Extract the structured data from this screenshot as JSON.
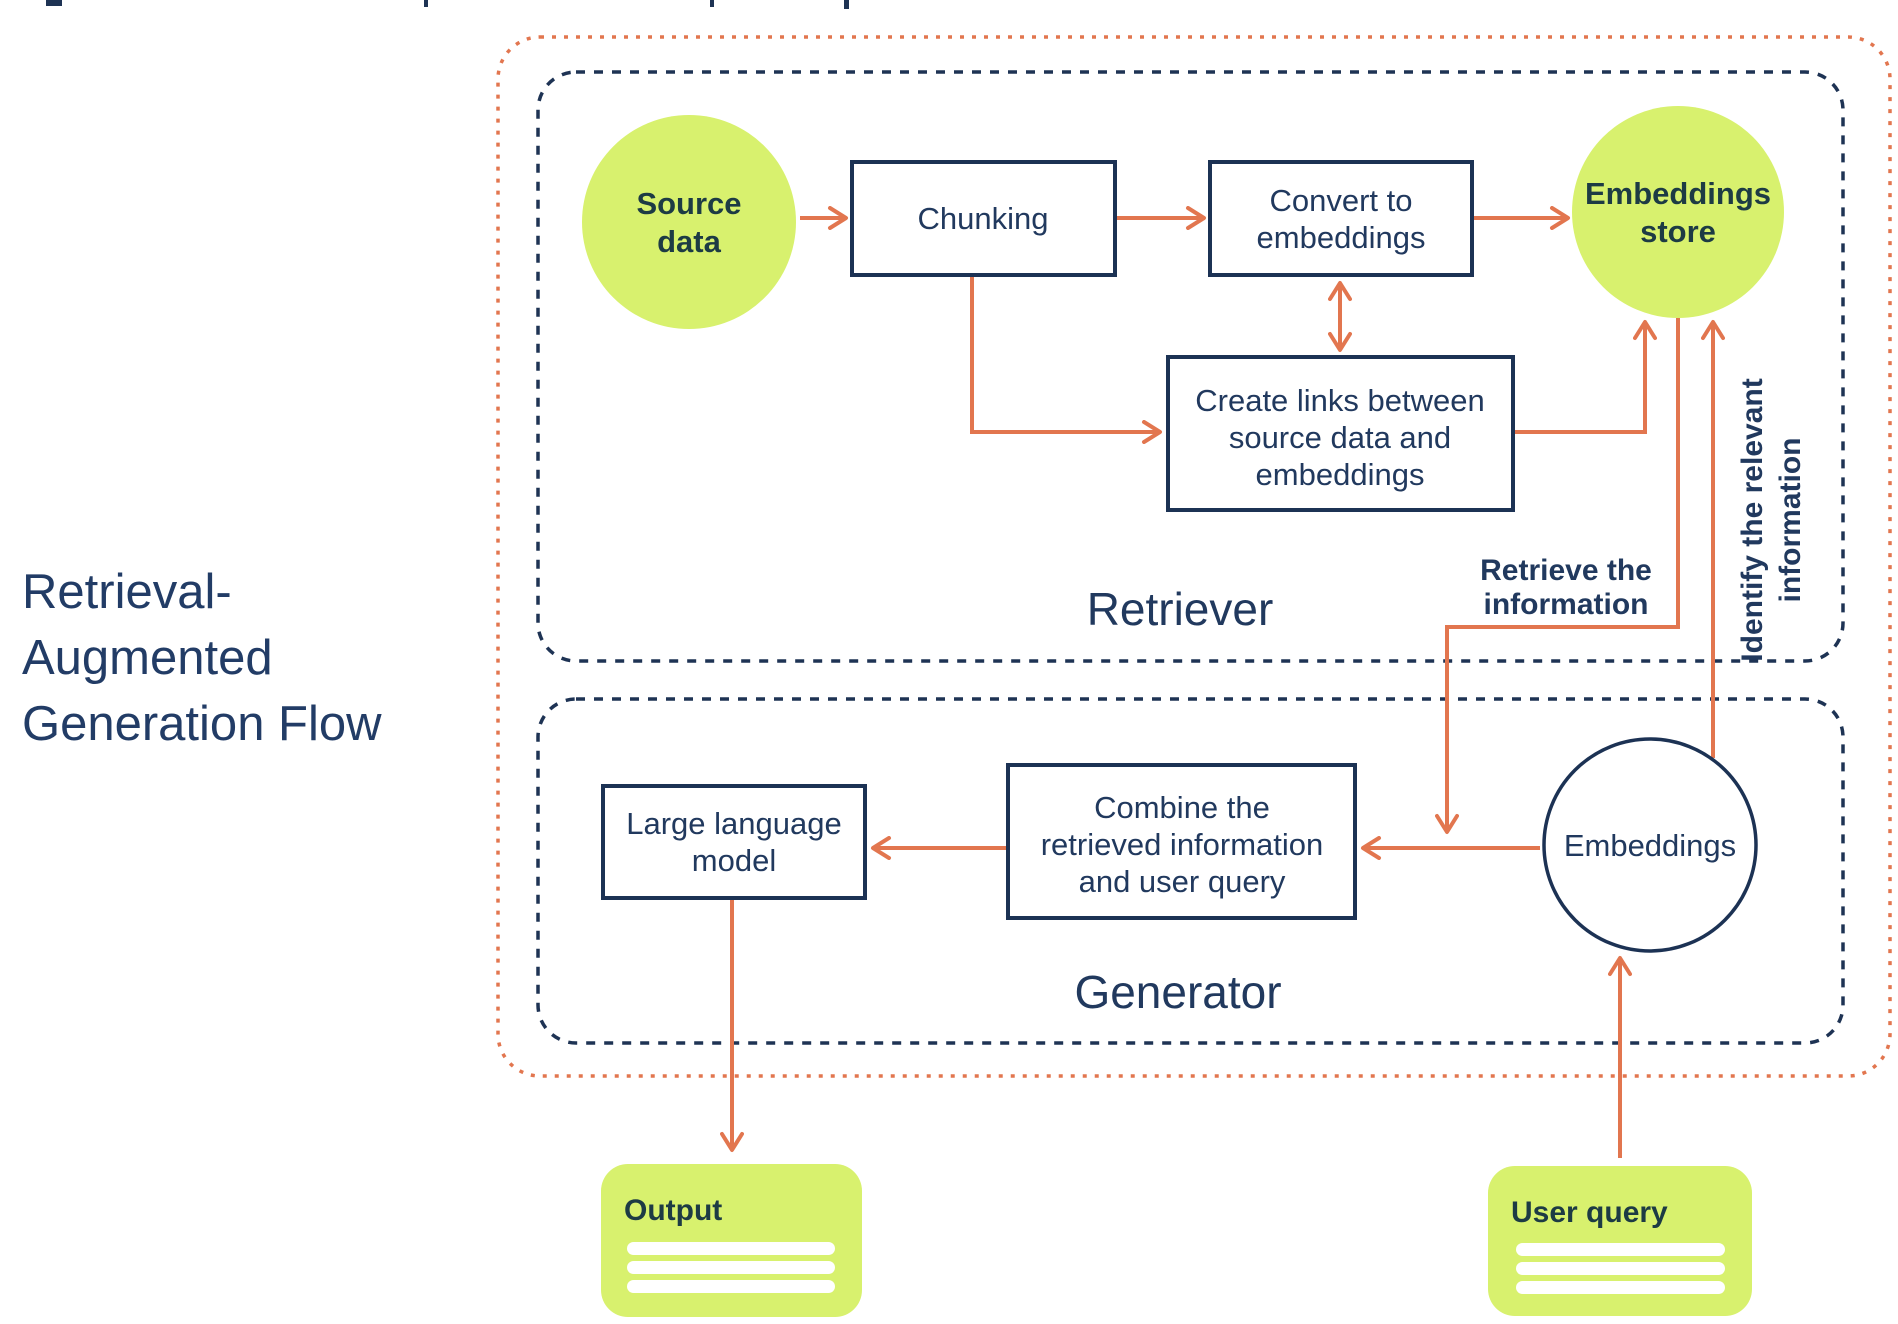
{
  "title": {
    "lines": [
      "Retrieval-",
      "Augmented",
      "Generation Flow"
    ]
  },
  "sections": {
    "retriever": {
      "label": "Retriever"
    },
    "generator": {
      "label": "Generator"
    }
  },
  "nodes": {
    "source_data": {
      "shape": "circle",
      "lines": [
        "Source",
        "data"
      ]
    },
    "chunking": {
      "shape": "rect",
      "lines": [
        "Chunking"
      ]
    },
    "convert": {
      "shape": "rect",
      "lines": [
        "Convert to",
        "embeddings"
      ]
    },
    "embeddings_store": {
      "shape": "circle",
      "lines": [
        "Embeddings",
        "store"
      ]
    },
    "create_links": {
      "shape": "rect",
      "lines": [
        "Create links between",
        "source data and",
        "embeddings"
      ]
    },
    "llm": {
      "shape": "rect",
      "lines": [
        "Large language",
        "model"
      ]
    },
    "combine": {
      "shape": "rect",
      "lines": [
        "Combine the",
        "retrieved information",
        "and user query"
      ]
    },
    "embeddings": {
      "shape": "circle",
      "lines": [
        "Embeddings"
      ]
    },
    "output": {
      "shape": "card",
      "label": "Output"
    },
    "user_query": {
      "shape": "card",
      "label": "User query"
    }
  },
  "annotations": {
    "retrieve": {
      "lines": [
        "Retrieve the",
        "information"
      ]
    },
    "identify": {
      "lines": [
        "Identify the relevant",
        "information"
      ]
    }
  },
  "colors": {
    "orange": "#E2764F",
    "navy": "#1C3254",
    "text_navy": "#21395E",
    "green": "#D8F16E",
    "green_label": "#1D3B44",
    "background": "#FFFFFF"
  }
}
